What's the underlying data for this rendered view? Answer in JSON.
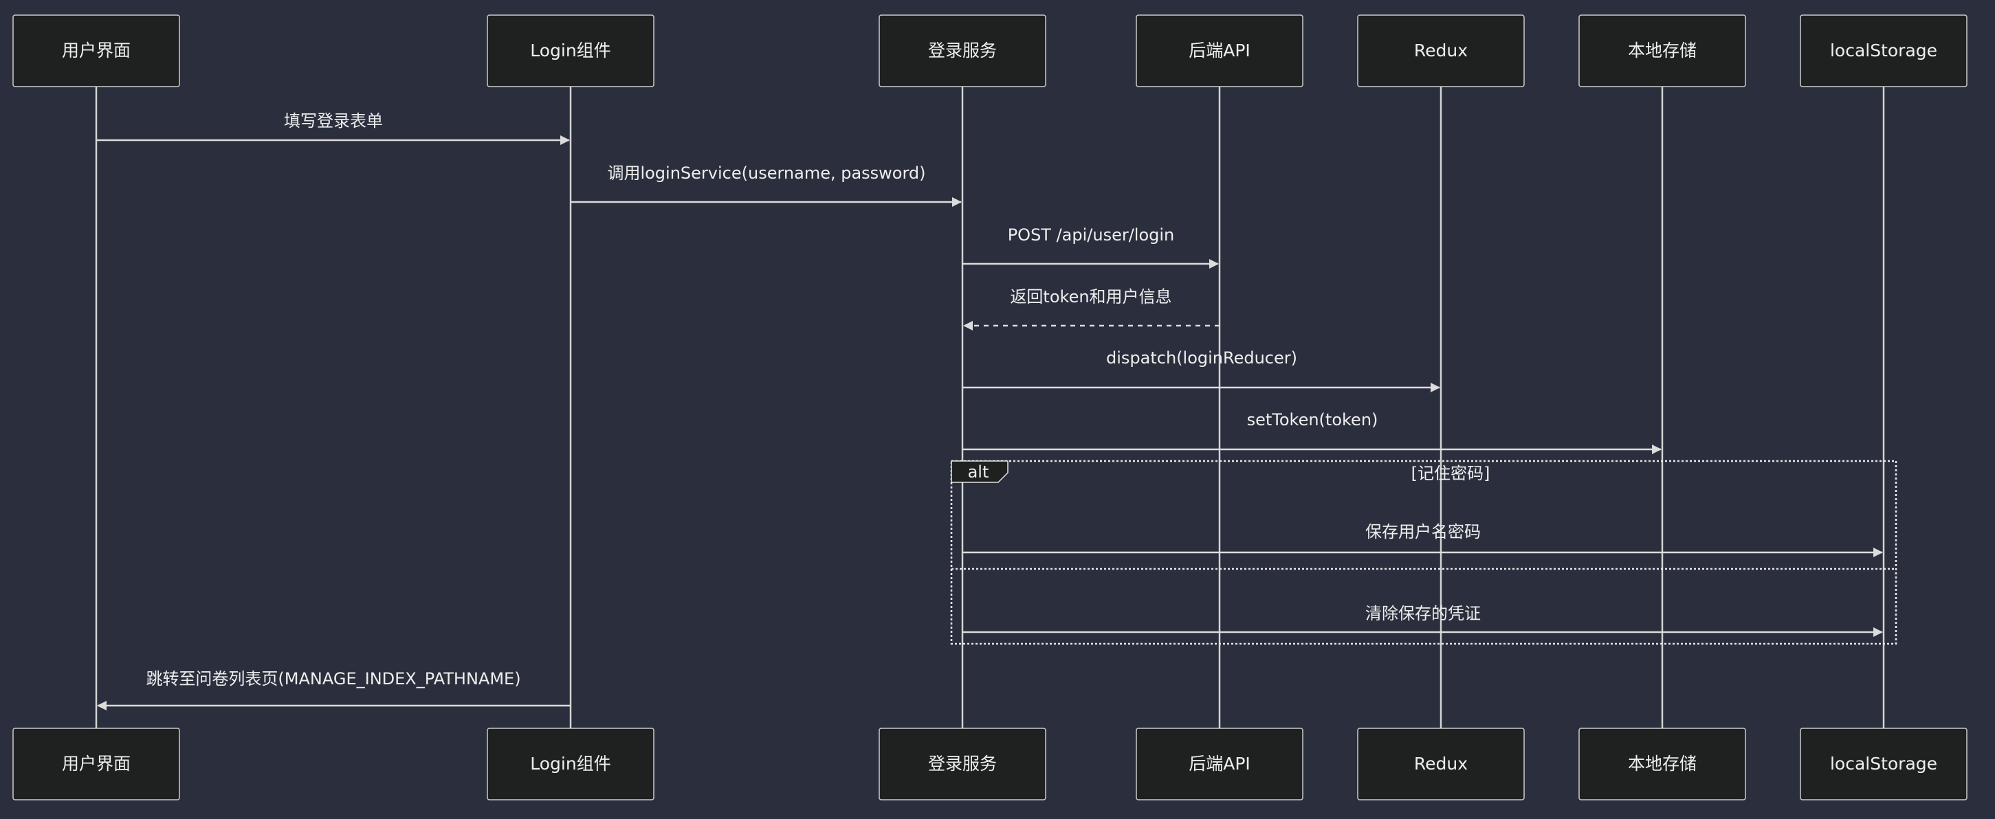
{
  "participants": [
    {
      "id": "ui",
      "label": "用户界面"
    },
    {
      "id": "login",
      "label": "Login组件"
    },
    {
      "id": "service",
      "label": "登录服务"
    },
    {
      "id": "api",
      "label": "后端API"
    },
    {
      "id": "redux",
      "label": "Redux"
    },
    {
      "id": "local",
      "label": "本地存储"
    },
    {
      "id": "ls",
      "label": "localStorage"
    }
  ],
  "messages": [
    {
      "from": "ui",
      "to": "login",
      "text": "填写登录表单",
      "style": "solid"
    },
    {
      "from": "login",
      "to": "service",
      "text": "调用loginService(username, password)",
      "style": "solid"
    },
    {
      "from": "service",
      "to": "api",
      "text": "POST /api/user/login",
      "style": "solid"
    },
    {
      "from": "api",
      "to": "service",
      "text": "返回token和用户信息",
      "style": "dashed"
    },
    {
      "from": "service",
      "to": "redux",
      "text": "dispatch(loginReducer)",
      "style": "solid"
    },
    {
      "from": "service",
      "to": "local",
      "text": "setToken(token)",
      "style": "solid"
    },
    {
      "from": "service",
      "to": "ls",
      "text": "保存用户名密码",
      "style": "solid"
    },
    {
      "from": "service",
      "to": "ls",
      "text": "清除保存的凭证",
      "style": "solid"
    },
    {
      "from": "login",
      "to": "ui",
      "text": "跳转至问卷列表页(MANAGE_INDEX_PATHNAME)",
      "style": "solid"
    }
  ],
  "alt_block": {
    "label": "alt",
    "condition": "[记住密码]"
  },
  "colors": {
    "background": "#2b2f3d",
    "actor_fill": "#1f2020",
    "line": "#d4d4d4",
    "text": "#eeeeee"
  }
}
